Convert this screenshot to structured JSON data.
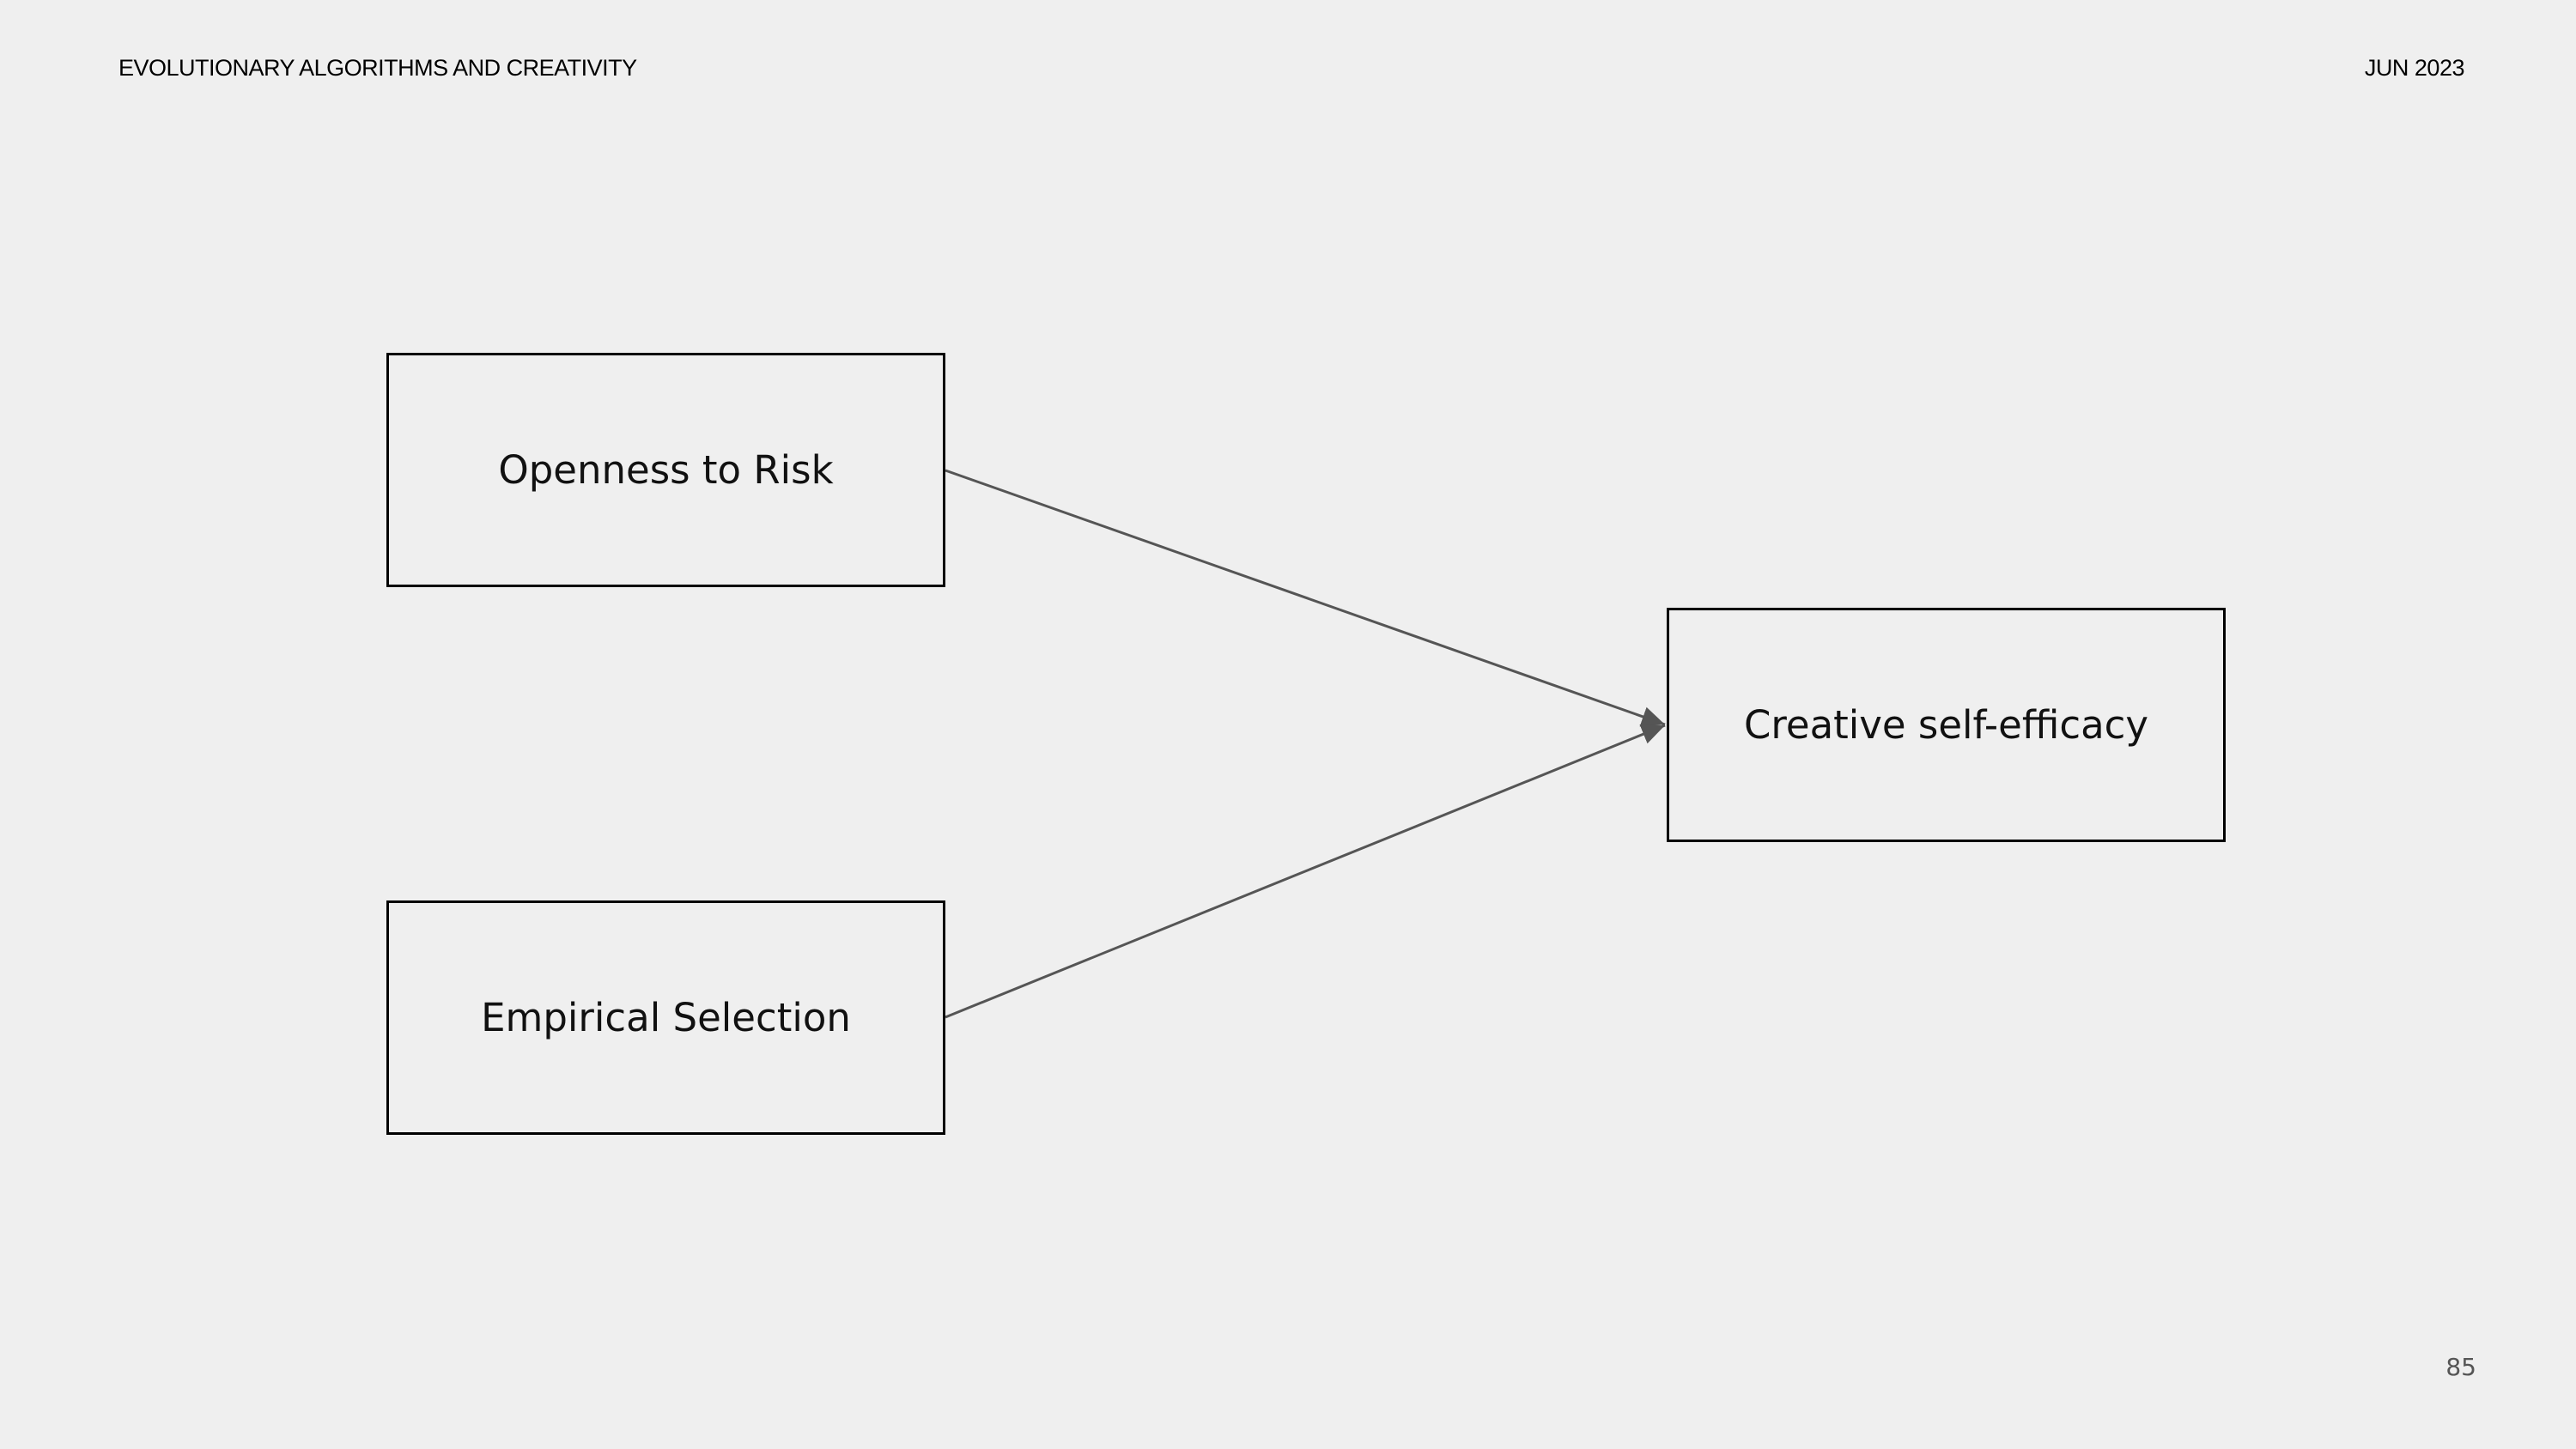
{
  "header": {
    "title": "EVOLUTIONARY ALGORITHMS AND CREATIVITY",
    "date": "JUN 2023"
  },
  "footer": {
    "page_number": "85"
  },
  "diagram": {
    "nodes": [
      {
        "id": "openness",
        "label": "Openness to Risk"
      },
      {
        "id": "empirical",
        "label": "Empirical Selection"
      },
      {
        "id": "efficacy",
        "label": "Creative self-efficacy"
      }
    ],
    "edges": [
      {
        "from": "openness",
        "to": "efficacy"
      },
      {
        "from": "empirical",
        "to": "efficacy"
      }
    ],
    "colors": {
      "background": "#efefef",
      "node_border": "#000000",
      "edge": "#555555"
    }
  }
}
